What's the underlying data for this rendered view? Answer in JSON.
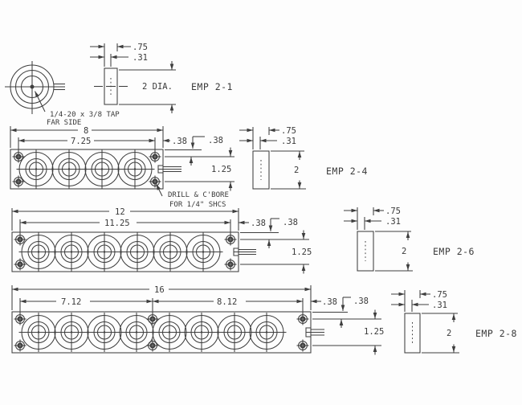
{
  "document": {
    "type": "engineering-drawing",
    "line_color": "#3e3e3e",
    "background_color": "#fdfdfd"
  },
  "parts": [
    {
      "id": "EMP 2-1",
      "dims": {
        "thickness": ".75",
        "tap_depth": ".31",
        "diameter": "2 DIA."
      },
      "notes": {
        "tap_line1": "1/4-20 x 3/8 TAP",
        "tap_line2": "FAR SIDE"
      }
    },
    {
      "id": "EMP 2-4",
      "dims": {
        "overall": "8",
        "bolt_span": "7.25",
        "edge_offset_h": ".38",
        "edge_offset_v": ".38",
        "bolt_spacing_v": "1.25",
        "thickness": ".75",
        "tap_depth": ".31",
        "height": "2"
      },
      "notes": {
        "cbore_line1": "DRILL & C'BORE",
        "cbore_line2": "FOR 1/4\" SHCS"
      }
    },
    {
      "id": "EMP 2-6",
      "dims": {
        "overall": "12",
        "bolt_span": "11.25",
        "edge_offset_h": ".38",
        "edge_offset_v": ".38",
        "bolt_spacing_v": "1.25",
        "thickness": ".75",
        "tap_depth": ".31",
        "height": "2"
      }
    },
    {
      "id": "EMP 2-8",
      "dims": {
        "overall": "16",
        "bolt_span_left": "7.12",
        "bolt_span_right": "8.12",
        "edge_offset_h": ".38",
        "edge_offset_v": ".38",
        "bolt_spacing_v": "1.25",
        "thickness": ".75",
        "tap_depth": ".31",
        "height": "2"
      }
    }
  ]
}
